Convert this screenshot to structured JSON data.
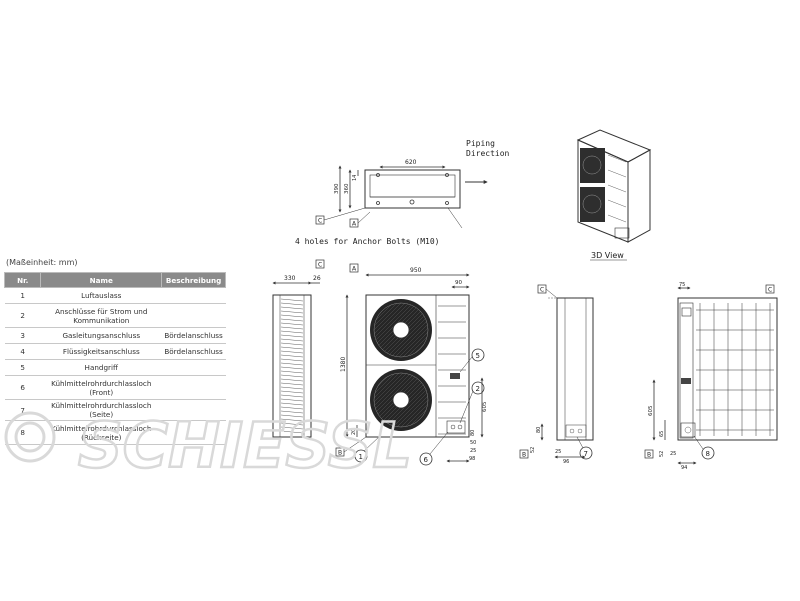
{
  "unit_note": "(Maßeinheit: mm)",
  "table": {
    "headers": [
      "Nr.",
      "Name",
      "Beschreibung"
    ],
    "rows": [
      {
        "nr": "1",
        "name": "Luftauslass",
        "desc": ""
      },
      {
        "nr": "2",
        "name": "Anschlüsse für Strom und Kommunikation",
        "desc": ""
      },
      {
        "nr": "3",
        "name": "Gasleitungsanschluss",
        "desc": "Bördelanschluss"
      },
      {
        "nr": "4",
        "name": "Flüssigkeitsanschluss",
        "desc": "Bördelanschluss"
      },
      {
        "nr": "5",
        "name": "Handgriff",
        "desc": ""
      },
      {
        "nr": "6",
        "name": "Kühlmittelrohrdurchlassloch (Front)",
        "desc": ""
      },
      {
        "nr": "7",
        "name": "Kühlmittelrohrdurchlassloch (Seite)",
        "desc": ""
      },
      {
        "nr": "8",
        "name": "Kühlmittelrohrdurchlassloch (Rückseite)",
        "desc": ""
      }
    ]
  },
  "top_view": {
    "piping_line1": "Piping",
    "piping_line2": "Direction",
    "dim_620": "620",
    "dim_14": "14",
    "dim_360": "360",
    "dim_390": "390",
    "ref_c": "C",
    "ref_a": "A",
    "anchor_note": "4 holes for Anchor Bolts (M10)"
  },
  "view_3d": {
    "label": "3D View"
  },
  "side_left": {
    "dim_330": "330",
    "dim_26": "26",
    "ref_c": "C"
  },
  "front": {
    "ref_a": "A",
    "ref_b": "B",
    "dim_950": "950",
    "dim_90": "90",
    "dim_1380": "1380",
    "dim_20": "20",
    "dim_605": "605",
    "dim_80": "80",
    "dim_50": "50",
    "dim_25": "25",
    "dim_98": "98",
    "callouts": [
      "1",
      "2",
      "5",
      "6"
    ]
  },
  "side_right": {
    "ref_c": "C",
    "ref_b": "B",
    "dim_80": "80",
    "dim_52": "52",
    "dim_25": "25",
    "dim_96": "96",
    "callout": "7"
  },
  "rear": {
    "ref_c": "C",
    "ref_b": "B",
    "dim_75": "75",
    "dim_605": "605",
    "dim_65": "65",
    "dim_52": "52",
    "dim_25": "25",
    "dim_94": "94",
    "callout": "8"
  },
  "watermark": "SCHIESSL",
  "colors": {
    "line": "#333333",
    "table_header": "#8a8a8a",
    "watermark": "#d9d9d9"
  }
}
